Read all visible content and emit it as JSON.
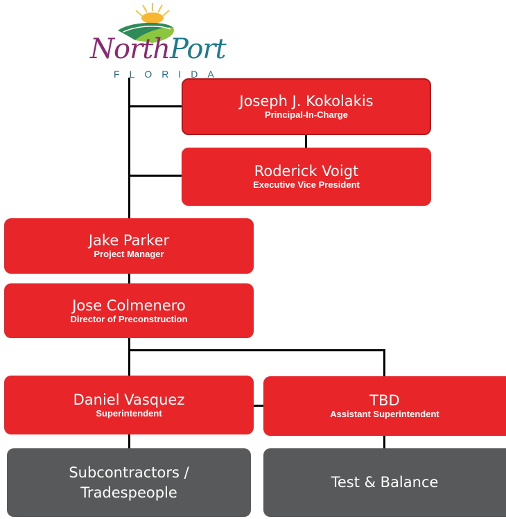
{
  "logo": {
    "word_part1": "North",
    "word_part2": "Port",
    "subtitle": "FLORIDA",
    "colors": {
      "north": "#8b2a72",
      "port": "#1f7a8c",
      "road": "#2e8b57",
      "sun": "#f5c542"
    }
  },
  "nodes": {
    "kokolakis": {
      "name": "Joseph J. Kokolakis",
      "role": "Principal-In-Charge"
    },
    "voigt": {
      "name": "Roderick Voigt",
      "role": "Executive Vice President"
    },
    "parker": {
      "name": "Jake Parker",
      "role": "Project Manager"
    },
    "colmenero": {
      "name": "Jose Colmenero",
      "role": "Director of Preconstruction"
    },
    "vasquez": {
      "name": "Daniel Vasquez",
      "role": "Superintendent"
    },
    "tbd": {
      "name": "TBD",
      "role": "Assistant Superintendent"
    },
    "subcontractors": {
      "line1": "Subcontractors /",
      "line2": "Tradespeople"
    },
    "test_balance": {
      "name": "Test & Balance"
    }
  },
  "colors": {
    "primary_box": "#e8262a",
    "secondary_box": "#58595b",
    "connector": "#000000"
  }
}
